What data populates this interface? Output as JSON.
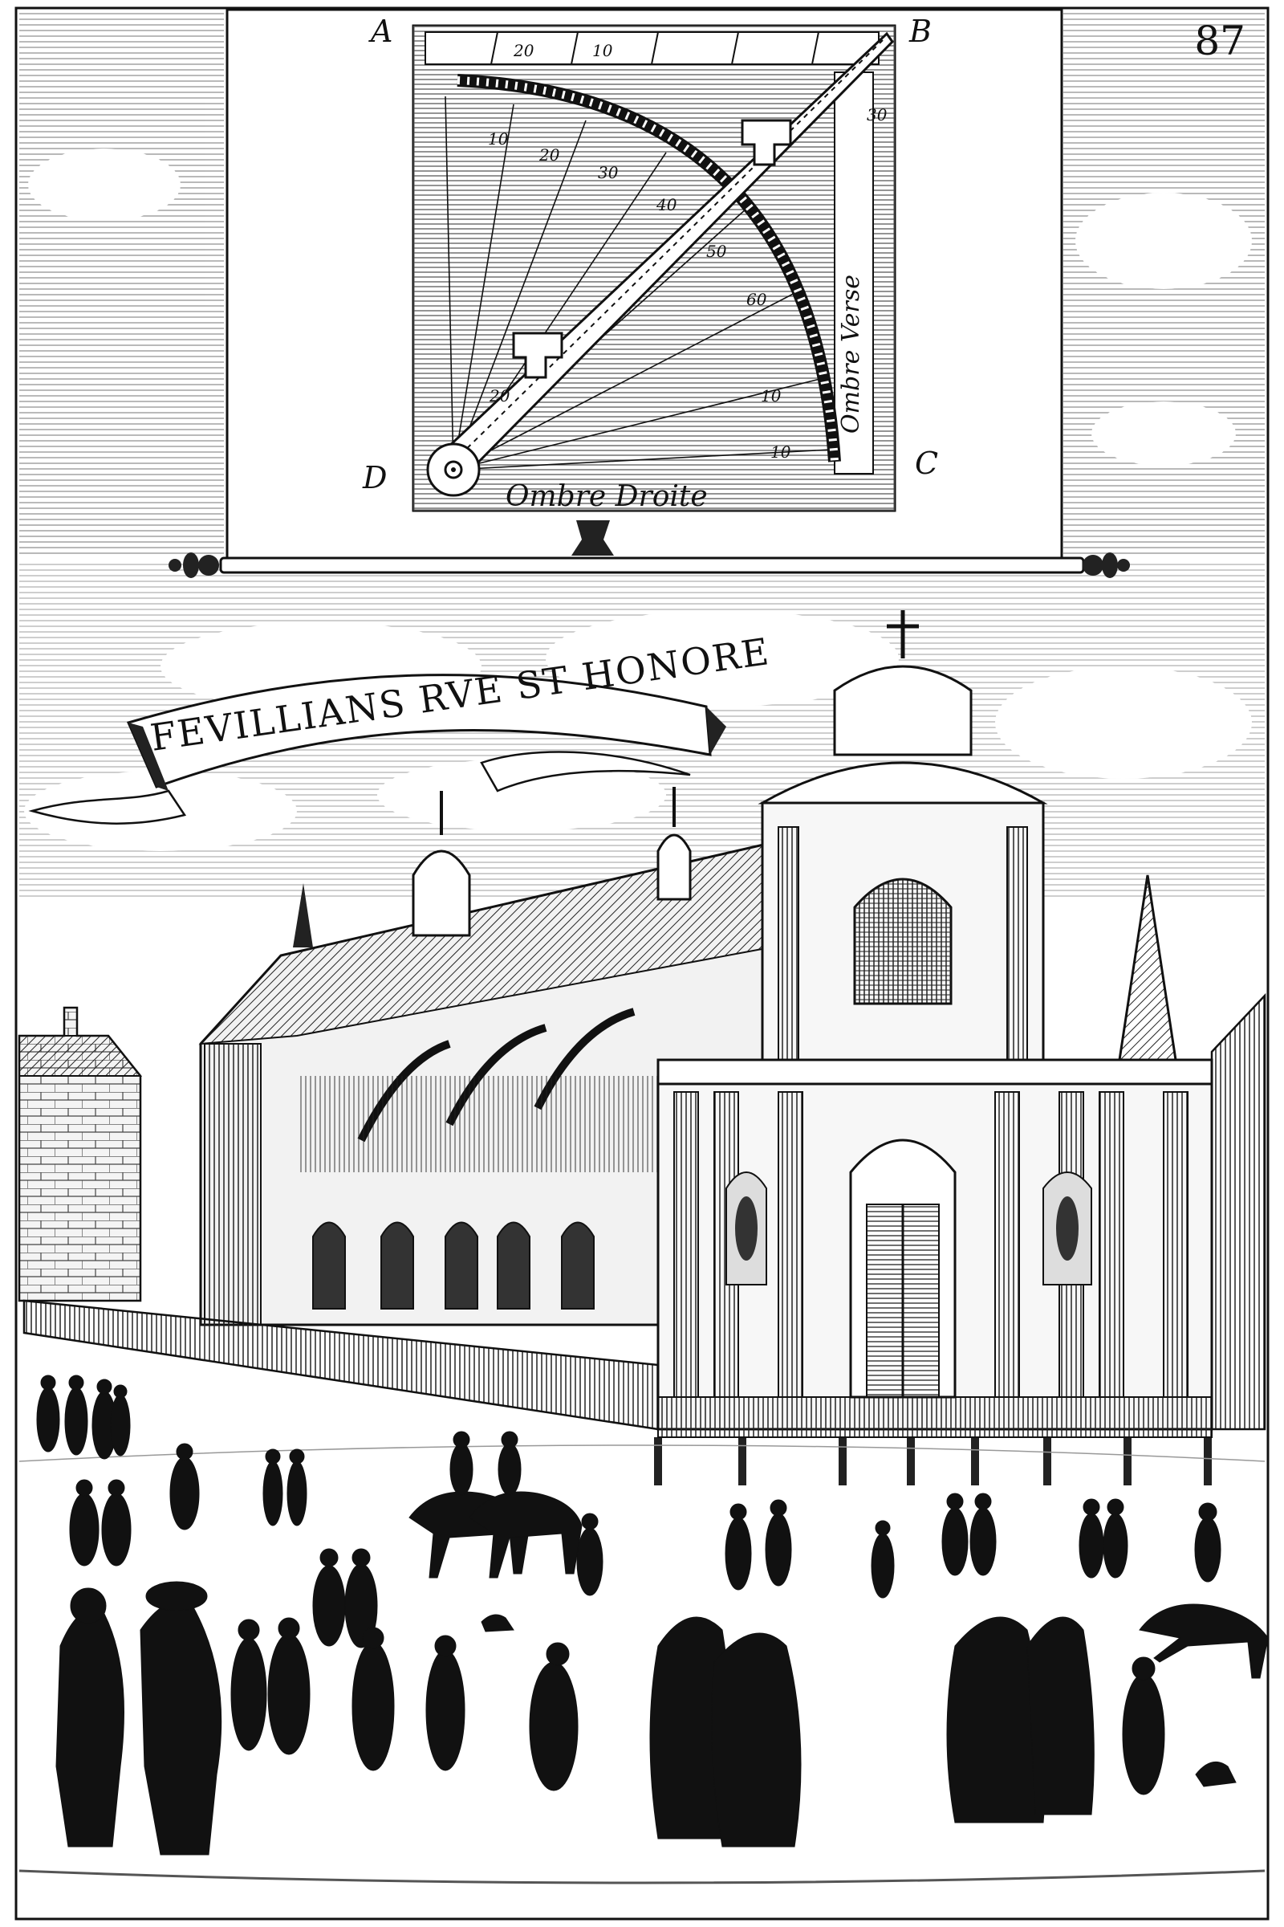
{
  "page_number": "87",
  "diagram": {
    "corners": {
      "a": "A",
      "b": "B",
      "c": "C",
      "d": "D"
    },
    "shadow_caption": "Ombre Droite",
    "side_caption": "Ombre Verse",
    "scale_numbers": [
      "20",
      "10",
      "10",
      "20",
      "30",
      "40",
      "50",
      "60",
      "10",
      "10",
      "20",
      "30"
    ]
  },
  "banner": {
    "text": "FEVILLIANS RVE ST HONORE"
  },
  "colors": {
    "ink": "#111111",
    "paper": "#ffffff"
  }
}
